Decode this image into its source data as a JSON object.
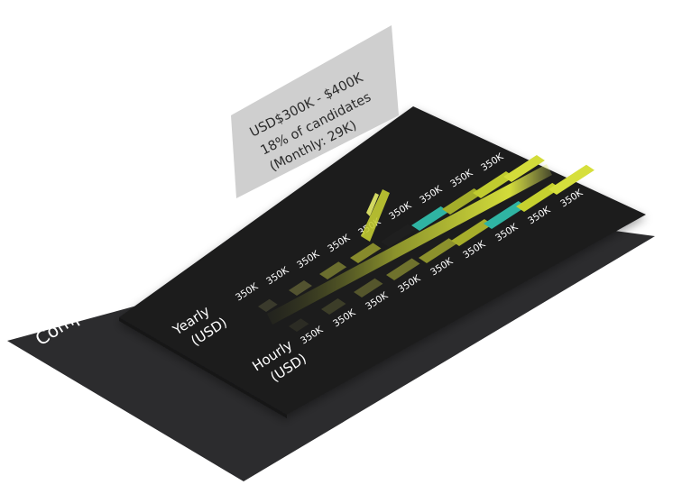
{
  "card": {
    "title": "Compensation expectations:"
  },
  "tooltip": {
    "range": "USD$300K - $400K",
    "share": "18% of candidates",
    "monthly": "(Monthly: 29K)"
  },
  "yearly": {
    "label_line1": "Yearly",
    "label_line2": "(USD)",
    "ticks": [
      "350K",
      "350K",
      "350K",
      "350K",
      "350K",
      "350K",
      "350K",
      "350K",
      "350K"
    ],
    "bars": [
      {
        "level": 0.15,
        "color": "#3a3a2c"
      },
      {
        "level": 0.3,
        "color": "#535330"
      },
      {
        "level": 0.45,
        "color": "#6b6e2e"
      },
      {
        "level": 0.6,
        "color": "#878a2c"
      },
      {
        "level": 0.75,
        "color": "#1f1f1f"
      },
      {
        "level": 0.85,
        "color": "#2fb4a3"
      },
      {
        "level": 0.95,
        "color": "#a4ad2a"
      },
      {
        "level": 1.0,
        "color": "#c1cc2f"
      },
      {
        "level": 1.0,
        "color": "#d3dc3a"
      }
    ]
  },
  "hourly": {
    "label_line1": "Hourly",
    "label_line2": "(USD)",
    "ticks": [
      "350K",
      "350K",
      "350K",
      "350K",
      "350K",
      "350K",
      "350K",
      "350K",
      "350K"
    ],
    "bars": [
      {
        "level": 0.15,
        "color": "#2c2c24"
      },
      {
        "level": 0.3,
        "color": "#3c3d28"
      },
      {
        "level": 0.45,
        "color": "#55562c"
      },
      {
        "level": 0.6,
        "color": "#6f722d"
      },
      {
        "level": 0.75,
        "color": "#8c912c"
      },
      {
        "level": 0.85,
        "color": "#a7ae2b"
      },
      {
        "level": 0.9,
        "color": "#2fb4a3"
      },
      {
        "level": 0.95,
        "color": "#c6d12f"
      },
      {
        "level": 1.0,
        "color": "#d6df3c"
      }
    ]
  },
  "colors": {
    "card_back": "#2b2b2d",
    "card_front": "#1d1d1f",
    "accent_teal": "#2fb4a3",
    "accent_lime": "#c9d32e",
    "tooltip_bg": "#cfcfcf"
  }
}
